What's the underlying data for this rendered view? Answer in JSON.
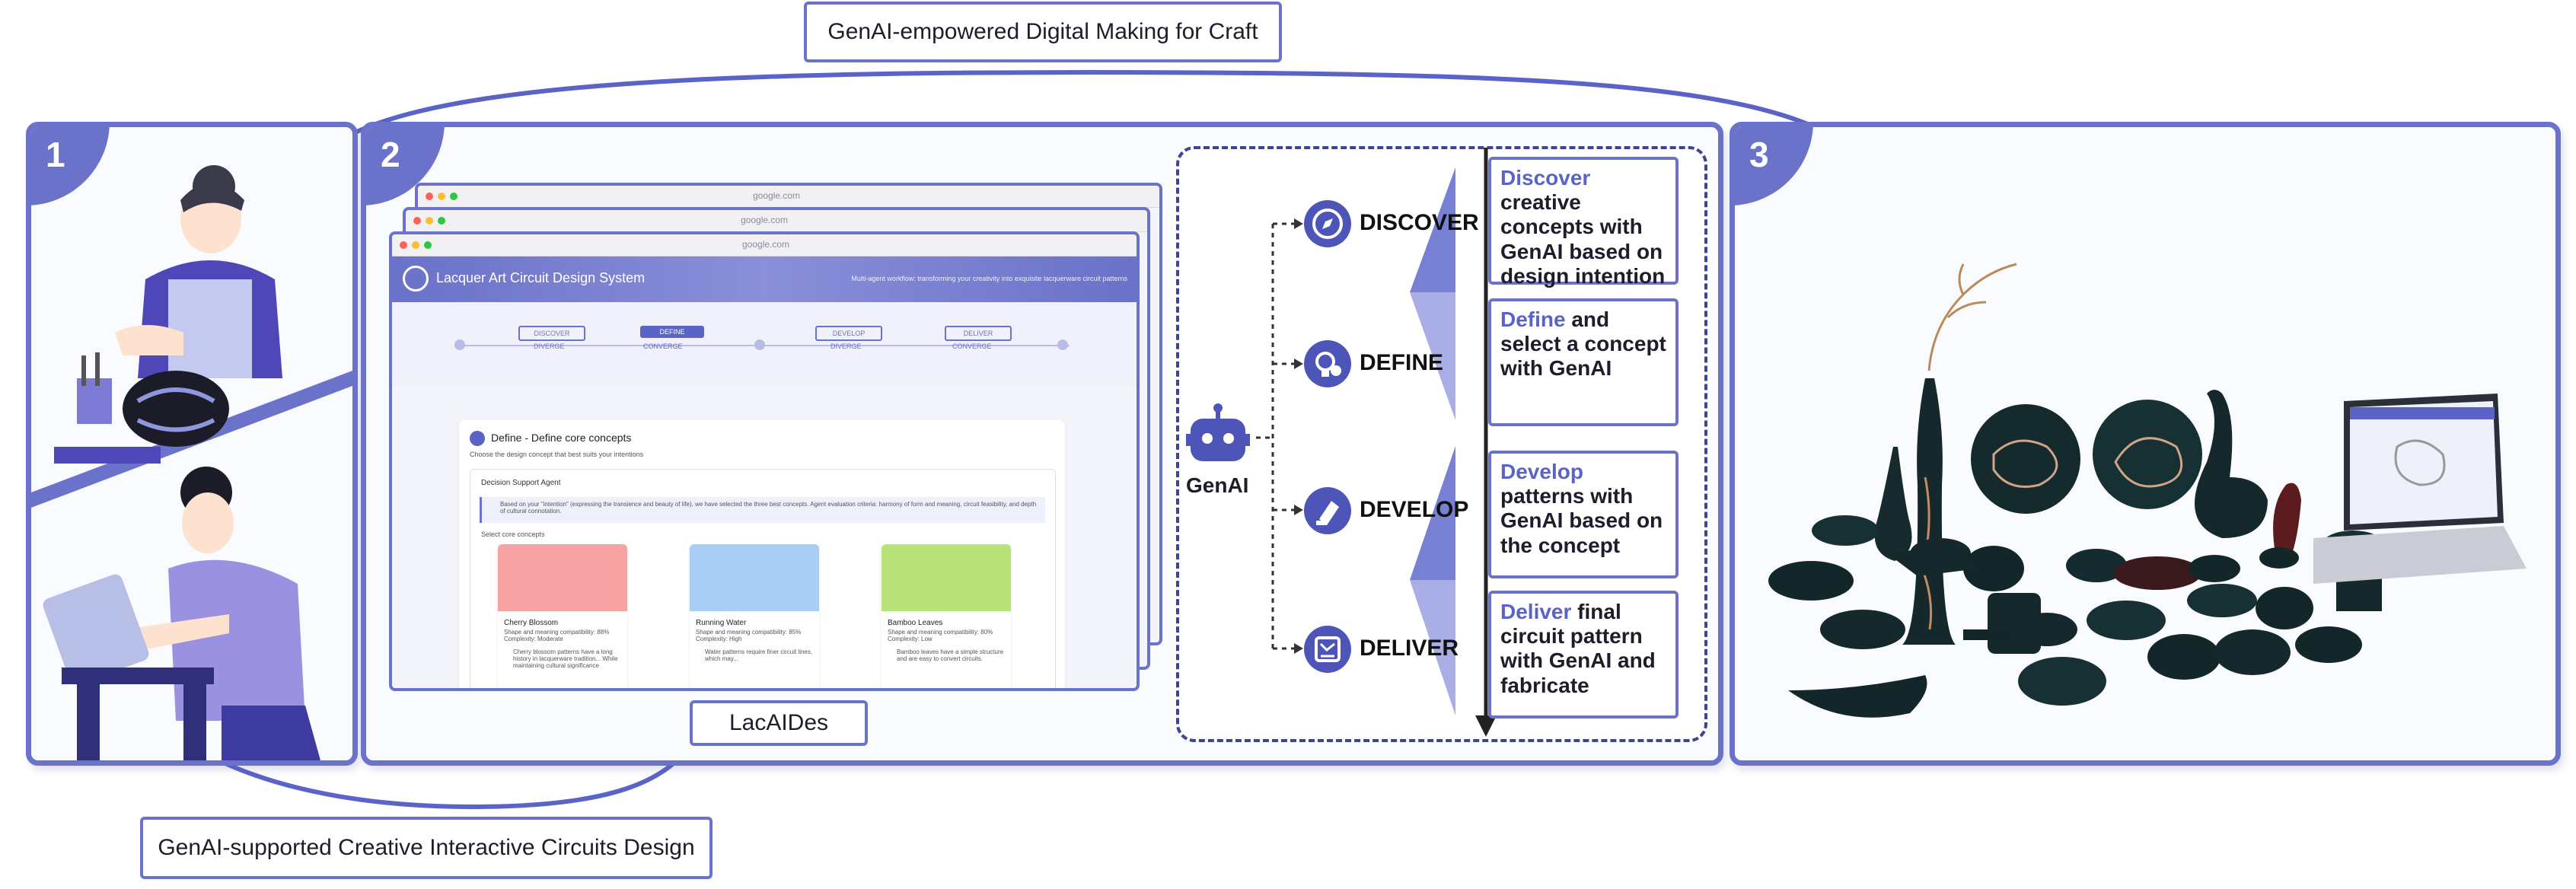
{
  "labels": {
    "top": "GenAI-empowered Digital Making for Craft",
    "bottom": "GenAI-supported Creative Interactive Circuits Design",
    "tool": "LacAIDes"
  },
  "panels": [
    {
      "number": "1"
    },
    {
      "number": "2"
    },
    {
      "number": "3"
    }
  ],
  "app": {
    "url": "google.com",
    "title": "Lacquer Art Circuit Design System",
    "subtitle": "Multi-agent workflow: transforming your creativity into exquisite lacquerware circuit patterns",
    "steps": [
      {
        "label": "DISCOVER",
        "state": "DIVERGE"
      },
      {
        "label": "DEFINE",
        "state": "CONVERGE"
      },
      {
        "label": "DEVELOP",
        "state": "DIVERGE"
      },
      {
        "label": "DELIVER",
        "state": "CONVERGE"
      }
    ],
    "section_title": "Define - Define core concepts",
    "section_sub": "Choose the design concept that best suits your intentions",
    "agent_title": "Decision Support Agent",
    "agent_text": "Based on your \"intention\" (expressing the transience and beauty of life), we have selected the three best concepts. Agent evaluation criteria: harmony of form and meaning, circuit feasibility, and depth of cultural connotation.",
    "select_label": "Select core concepts",
    "concepts": [
      {
        "name": "Cherry Blossom",
        "line1": "Shape and meaning compatibility: 88%",
        "line2": "Complexity: Moderate",
        "text": "Cherry blossom patterns have a long history in lacquerware tradition... While maintaining cultural significance",
        "color": "#f7a3a3"
      },
      {
        "name": "Running Water",
        "line1": "Shape and meaning compatibility: 85%",
        "line2": "Complexity: High",
        "text": "Water patterns require finer circuit lines, which may...",
        "color": "#a9cdf4"
      },
      {
        "name": "Bamboo Leaves",
        "line1": "Shape and meaning compatibility: 80%",
        "line2": "Complexity: Low",
        "text": "Bamboo leaves have a simple structure and are easy to convert circuits.",
        "color": "#b9e27a"
      }
    ]
  },
  "workflow": {
    "agent_label": "GenAI",
    "stages": [
      {
        "label": "DISCOVER",
        "icon": "compass-icon",
        "keyword": "Discover",
        "rest": " creative concepts with GenAI based on design intention"
      },
      {
        "label": "DEFINE",
        "icon": "lightbulb-gear-icon",
        "keyword": "Define",
        "rest": " and select a concept with GenAI"
      },
      {
        "label": "DEVELOP",
        "icon": "pen-tool-icon",
        "keyword": "Develop",
        "rest": " patterns with GenAI based on the concept"
      },
      {
        "label": "DELIVER",
        "icon": "circuit-board-icon",
        "keyword": "Deliver",
        "rest": " final circuit pattern with GenAI and fabricate"
      }
    ]
  },
  "colors": {
    "accent": "#6a72c9",
    "dark_accent": "#3d4590",
    "keyword": "#5a64c6"
  }
}
